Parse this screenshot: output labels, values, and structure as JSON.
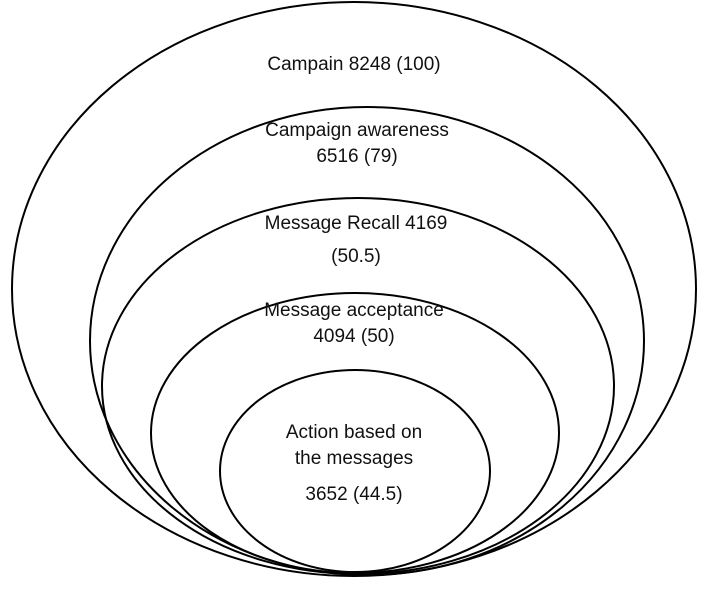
{
  "diagram": {
    "levels": [
      {
        "lines": [
          "Campain 8248 (100)"
        ]
      },
      {
        "lines": [
          "Campaign awareness",
          "6516 (79)"
        ]
      },
      {
        "lines": [
          "Message Recall 4169",
          "(50.5)"
        ]
      },
      {
        "lines": [
          "Message acceptance",
          "4094 (50)"
        ]
      },
      {
        "lines": [
          "Action based on",
          "the messages",
          "3652 (44.5)"
        ]
      }
    ],
    "stroke_color": "#000000",
    "text_color": "#111111"
  }
}
